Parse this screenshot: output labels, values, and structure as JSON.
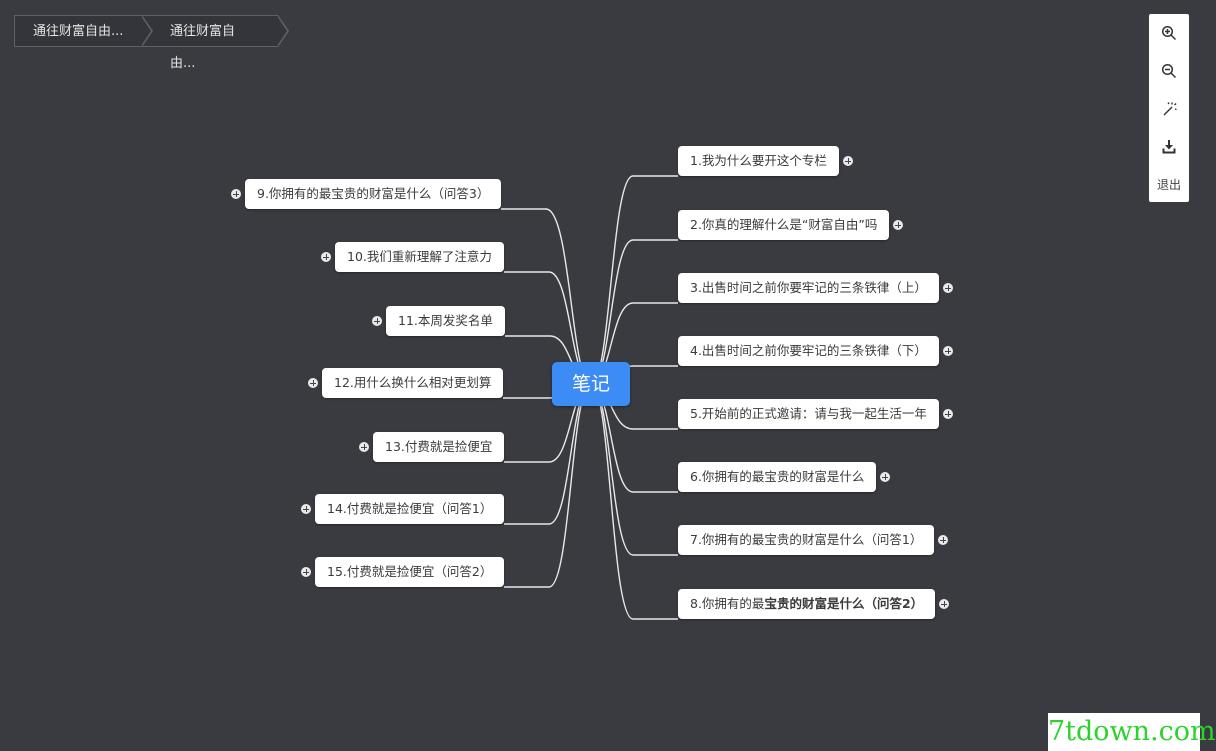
{
  "breadcrumbs": [
    "通往财富自由...",
    "通往财富自由..."
  ],
  "toolbar": {
    "exit_label": "退出",
    "icons": [
      "zoom-in-icon",
      "zoom-out-icon",
      "magic-wand-icon",
      "download-icon"
    ]
  },
  "mindmap": {
    "center": "笔记",
    "right": [
      {
        "text": "1.我为什么要开这个专栏"
      },
      {
        "text": "2.你真的理解什么是“财富自由”吗"
      },
      {
        "text": "3.出售时间之前你要牢记的三条铁律（上）"
      },
      {
        "text": "4.出售时间之前你要牢记的三条铁律（下）"
      },
      {
        "text": "5.开始前的正式邀请：请与我一起生活一年"
      },
      {
        "text": "6.你拥有的最宝贵的财富是什么"
      },
      {
        "text": "7.你拥有的最宝贵的财富是什么（问答1）"
      },
      {
        "text_plain": "8.你拥有的最",
        "text_bold": "宝贵的财富是什么（问答2）"
      }
    ],
    "left": [
      {
        "text": "9.你拥有的最宝贵的财富是什么（问答3）"
      },
      {
        "text": "10.我们重新理解了注意力"
      },
      {
        "text": "11.本周发奖名单"
      },
      {
        "text": "12.用什么换什么相对更划算"
      },
      {
        "text": "13.付费就是捡便宜"
      },
      {
        "text": "14.付费就是捡便宜（问答1）"
      },
      {
        "text": "15.付费就是捡便宜（问答2）"
      }
    ]
  },
  "watermark": "7tdown.com",
  "colors": {
    "background": "#393b40",
    "center": "#3d8cf5",
    "node": "#ffffff",
    "link": "#e8e8e8"
  }
}
